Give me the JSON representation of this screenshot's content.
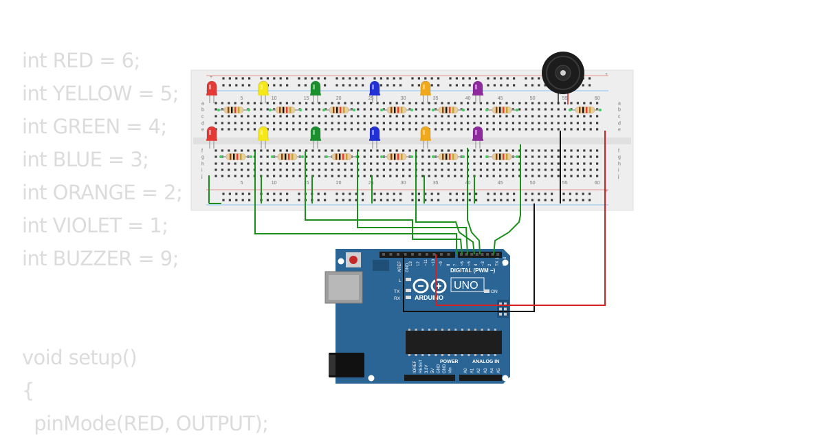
{
  "code": {
    "lines": [
      "int RED = 6;",
      "int YELLOW = 5;",
      "int GREEN = 4;",
      "int BLUE = 3;",
      "int ORANGE = 2;",
      "int VIOLET = 1;",
      "int BUZZER = 9;",
      "",
      "",
      "void setup()",
      "{",
      "  pinMode(RED, OUTPUT);"
    ]
  },
  "breadboard": {
    "col_numbers": [
      "5",
      "10",
      "15",
      "20",
      "25",
      "30",
      "35",
      "40",
      "45",
      "50",
      "55",
      "60"
    ],
    "row_letters_top": [
      "a",
      "b",
      "c",
      "d",
      "e"
    ],
    "row_letters_bottom": [
      "f",
      "g",
      "h",
      "i",
      "j"
    ],
    "rail_plus": "+",
    "rail_minus": "−"
  },
  "leds": [
    {
      "color_name": "red",
      "color": "#e53935"
    },
    {
      "color_name": "yellow",
      "color": "#f5e71a"
    },
    {
      "color_name": "green",
      "color": "#1b8f2e"
    },
    {
      "color_name": "blue",
      "color": "#2231d6"
    },
    {
      "color_name": "orange",
      "color": "#f0a81c"
    },
    {
      "color_name": "violet",
      "color": "#8e2a9e"
    }
  ],
  "board": {
    "aref": "AREF",
    "gnd": "GND",
    "digital_label": "DIGITAL (PWM ~)",
    "pin_labels": [
      "13",
      "12",
      "~11",
      "~10",
      "~9",
      "8",
      "7",
      "~6",
      "~5",
      "4",
      "~3",
      "2",
      "TX 1",
      "RX 0"
    ],
    "l_label": "L",
    "tx_label": "TX",
    "rx_label": "RX",
    "uno_label": "UNO",
    "brand_label": "ARDUINO",
    "on_label": "ON",
    "power_label": "POWER",
    "analog_label": "ANALOG IN",
    "power_pins": [
      "IOREF",
      "RESET",
      "3.3V",
      "5V",
      "GND",
      "GND",
      "Vin"
    ],
    "analog_pins": [
      "A0",
      "A1",
      "A2",
      "A3",
      "A4",
      "A5"
    ]
  },
  "colors": {
    "wire_green": "#1b8f1b",
    "wire_black": "#111111",
    "wire_red": "#d62020",
    "board_blue": "#2a6596",
    "breadboard_bg": "#eeeeee"
  }
}
